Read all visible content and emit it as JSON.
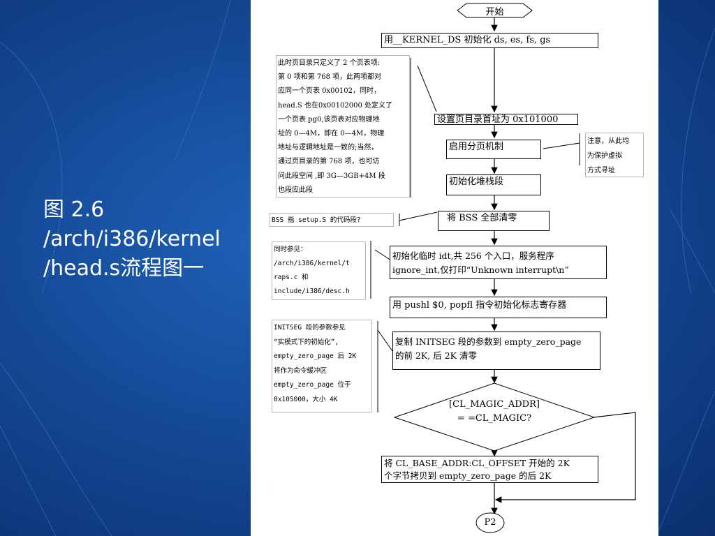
{
  "slide": {
    "title_line1": "图 2.6",
    "title_line2": "/arch/i386/kernel",
    "title_line3": "/head.s流程图一"
  },
  "flow": {
    "start": "开始",
    "step1": "用__KERNEL_DS 初始化 ds, es, fs, gs",
    "step2": "设置页目录首址为 0x101000",
    "step3": "启用分页机制",
    "step4": "初始化堆栈段",
    "step5": "将 BSS 全部清零",
    "step6": "初始化临时 idt,共 256 个入口，服务程序\nignore_int,仅打印“Unknown interrupt\\n”",
    "step7": "用 pushl $0,  popfl 指令初始化标志寄存器",
    "step8": "复制 INITSEG 段的参数到 empty_zero_page\n的前 2K, 后 2K 清零",
    "decision": "[CL_MAGIC_ADDR]\n= =CL_MAGIC?",
    "step9": "将 CL_BASE_ADDR:CL_OFFSET 开始的 2K\n个字节拷贝到 empty_zero_page 的后 2K",
    "end": "P2"
  },
  "notes": {
    "note1": "此时页目录只定义了 2 个页表项:\n第 0 项和第 768 项，此两项都对\n应同一个页表 0x00102，同时，\nhead.S 也在0x00102000 处定义了\n一个页表 pg0,该页表对应物理地\n址的 0—4M，即在 0—4M，物理\n地址与逻辑地址是一致的;当然，\n通过页目录的第 768 项，也可访\n问此段空间 ,即 3G—3GB+4M 段\n也段应此段",
    "note2": "注意，从此均\n为保护虚拟\n方式寻址",
    "note3": "BSS 指 setup.S 的代码段?",
    "note4": "同时参见：\n/arch/i386/kernel/t\nraps.c          和\ninclude/i386/desc.h",
    "note5": "INITSEG 段的参数参见\n“实模式下的初始化”,\nempty_zero_page 后 2K\n将作为命令缓冲区\nempty_zero_page 位于\n0x105000，大小 4K"
  }
}
